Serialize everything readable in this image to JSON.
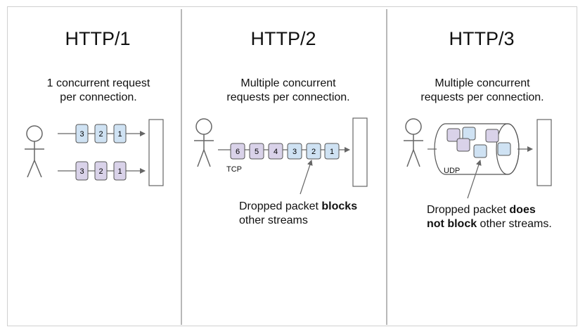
{
  "colors": {
    "blue_packet": "#cfe2f3",
    "purple_packet": "#d9d2e9",
    "stroke": "#666666",
    "divider": "#888888"
  },
  "icons": [
    "person-icon",
    "server-box-icon",
    "arrow-icon",
    "udp-tube-icon"
  ],
  "panels": [
    {
      "title": "HTTP/1",
      "desc_line1": "1 concurrent request",
      "desc_line2": "per connection.",
      "connections": [
        {
          "packets": [
            "3",
            "2",
            "1"
          ],
          "color": "blue"
        },
        {
          "packets": [
            "3",
            "2",
            "1"
          ],
          "color": "purple"
        }
      ]
    },
    {
      "title": "HTTP/2",
      "desc_line1": "Multiple concurrent",
      "desc_line2": "requests per connection.",
      "transport": "TCP",
      "packets": [
        {
          "n": "6",
          "color": "purple"
        },
        {
          "n": "5",
          "color": "purple"
        },
        {
          "n": "4",
          "color": "purple"
        },
        {
          "n": "3",
          "color": "blue"
        },
        {
          "n": "2",
          "color": "blue"
        },
        {
          "n": "1",
          "color": "blue"
        }
      ],
      "note_prefix": "Dropped packet ",
      "note_bold": "blocks",
      "note_line2": "other streams"
    },
    {
      "title": "HTTP/3",
      "desc_line1": "Multiple concurrent",
      "desc_line2": "requests per connection.",
      "transport": "UDP",
      "note_prefix": "Dropped packet ",
      "note_bold1": "does",
      "note_bold2": "not block",
      "note_suffix": " other streams."
    }
  ]
}
